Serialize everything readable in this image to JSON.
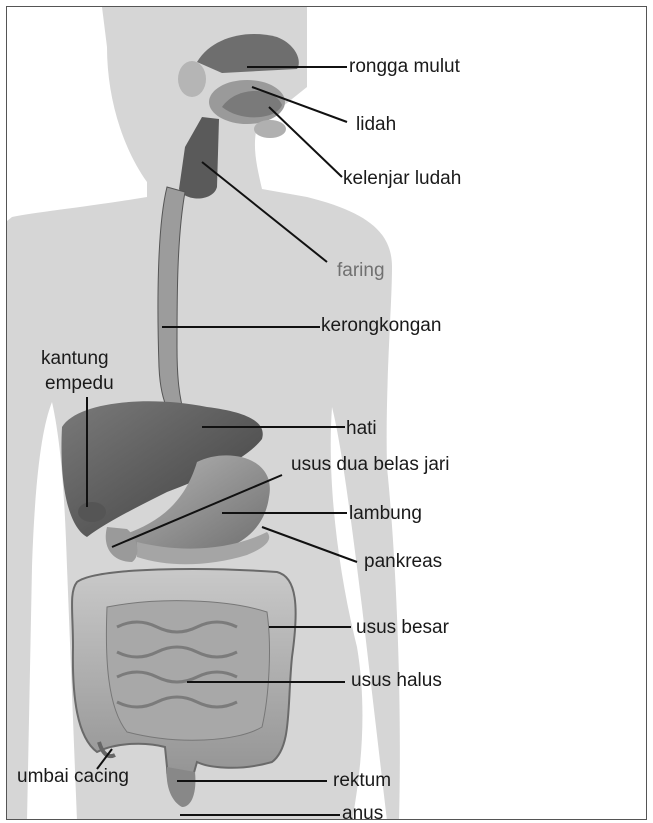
{
  "labels": {
    "rongga_mulut": "rongga mulut",
    "lidah": "lidah",
    "kelenjar_ludah": "kelenjar ludah",
    "faring": "faring",
    "kerongkongan": "kerongkongan",
    "kantung_empedu_1": "kantung",
    "kantung_empedu_2": "empedu",
    "hati": "hati",
    "usus_dua_belas_jari": "usus dua belas jari",
    "lambung": "lambung",
    "pankreas": "pankreas",
    "usus_besar": "usus besar",
    "usus_halus": "usus halus",
    "umbai_cacing": "umbai cacing",
    "rektum": "rektum",
    "anus": "anus"
  },
  "colors": {
    "silhouette": "#d6d6d6",
    "organ_dark": "#4a4a4a",
    "organ_mid": "#8c8c8c",
    "organ_light": "#bdbdbd",
    "leader_line": "#111111",
    "faring_text": "#707070"
  }
}
